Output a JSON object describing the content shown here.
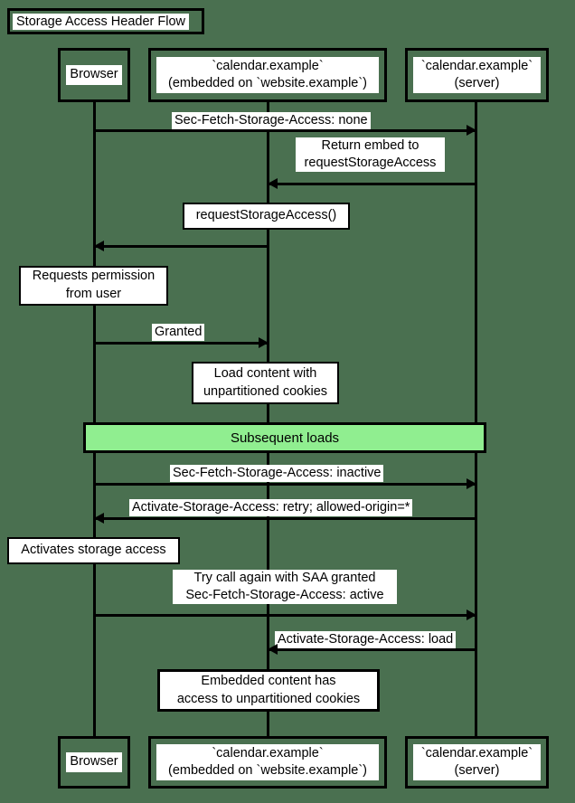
{
  "diagram": {
    "type": "sequence-diagram",
    "title": "Storage Access Header Flow",
    "background_color": "#4a7050",
    "line_color": "#000000",
    "note_fill": "#ffffff",
    "divider_fill": "#90ee90"
  },
  "participants": [
    {
      "id": "browser",
      "label": "Browser"
    },
    {
      "id": "embed",
      "label": "`calendar.example`\n(embedded on `website.example`)"
    },
    {
      "id": "server",
      "label": "`calendar.example`\n(server)"
    }
  ],
  "messages": [
    {
      "id": "m1",
      "from": "browser",
      "to": "server",
      "direction": "right",
      "label": "Sec-Fetch-Storage-Access: none"
    },
    {
      "id": "m2",
      "from": "server",
      "to": "embed",
      "direction": "left",
      "label": "Return embed to\nrequestStorageAccess"
    },
    {
      "id": "m3",
      "from": "embed",
      "to": "browser",
      "direction": "left",
      "label": ""
    },
    {
      "id": "m4",
      "from": "browser",
      "to": "embed",
      "direction": "right",
      "label": "Granted"
    },
    {
      "id": "m5",
      "from": "browser",
      "to": "server",
      "direction": "right",
      "label": "Sec-Fetch-Storage-Access: inactive"
    },
    {
      "id": "m6",
      "from": "server",
      "to": "browser",
      "direction": "left",
      "label": "Activate-Storage-Access: retry; allowed-origin=*"
    },
    {
      "id": "m7",
      "from": "browser",
      "to": "server",
      "direction": "right",
      "label": "Try call again with SAA granted\nSec-Fetch-Storage-Access: active"
    },
    {
      "id": "m8",
      "from": "server",
      "to": "embed",
      "direction": "left",
      "label": "Activate-Storage-Access: load"
    }
  ],
  "notes": [
    {
      "id": "n1",
      "over": "embed",
      "label": "requestStorageAccess()"
    },
    {
      "id": "n2",
      "over": "browser",
      "label": "Requests permission\nfrom user"
    },
    {
      "id": "n3",
      "over": "embed",
      "label": "Load content with\nunpartitioned cookies"
    },
    {
      "id": "n4",
      "over": "browser",
      "label": "Activates storage access"
    },
    {
      "id": "n5",
      "over": "embed",
      "label": "Embedded content has\naccess to unpartitioned cookies"
    }
  ],
  "dividers": [
    {
      "id": "d1",
      "label": "Subsequent loads",
      "color": "#90ee90"
    }
  ]
}
